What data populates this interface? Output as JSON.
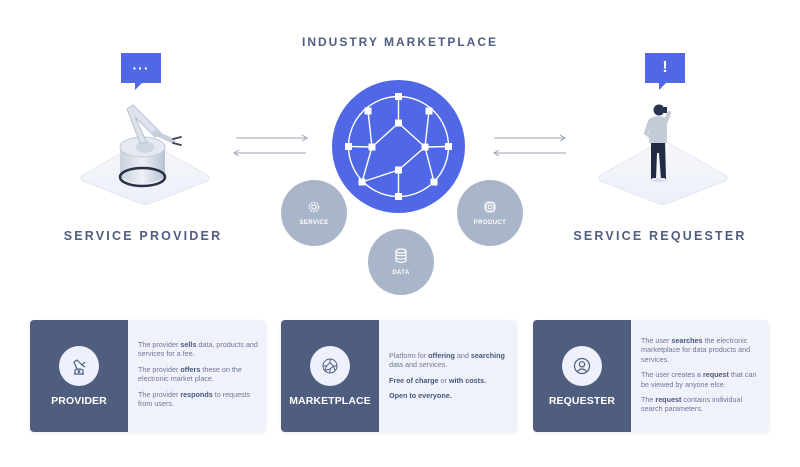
{
  "title": "INDUSTRY MARKETPLACE",
  "colors": {
    "accent": "#5068e6",
    "panel_dark": "#4f5e7f",
    "panel_light": "#eff2fb",
    "satellite": "#a9b5c8",
    "text": "#4f5d80"
  },
  "provider": {
    "label": "SERVICE PROVIDER",
    "bubble_icon": "ellipsis-icon",
    "bubble_text": "···",
    "illustration": "robot-arm"
  },
  "requester": {
    "label": "SERVICE REQUESTER",
    "bubble_icon": "exclamation-icon",
    "bubble_text": "!",
    "illustration": "person-on-phone"
  },
  "hub": {
    "icon": "network-globe-icon"
  },
  "satellites": [
    {
      "label": "SERVICE",
      "icon": "gear-icon"
    },
    {
      "label": "DATA",
      "icon": "database-icon"
    },
    {
      "label": "PRODUCT",
      "icon": "chip-icon"
    }
  ],
  "cards": [
    {
      "name": "PROVIDER",
      "icon": "robot-arm-icon",
      "paragraphs": [
        [
          {
            "t": "The provider "
          },
          {
            "t": "sells",
            "b": true
          },
          {
            "t": " data, products and services for a fee."
          }
        ],
        [
          {
            "t": "The provider "
          },
          {
            "t": "offers",
            "b": true
          },
          {
            "t": " these on the electronic market place."
          }
        ],
        [
          {
            "t": "The provider "
          },
          {
            "t": "responds",
            "b": true
          },
          {
            "t": " to requests from users."
          }
        ]
      ]
    },
    {
      "name": "MARKETPLACE",
      "icon": "network-globe-icon",
      "paragraphs": [
        [
          {
            "t": "Platform for "
          },
          {
            "t": "offering",
            "b": true
          },
          {
            "t": " and "
          },
          {
            "t": "searching",
            "b": true
          },
          {
            "t": " data and services."
          }
        ],
        [
          {
            "t": "Free of charge",
            "b": true
          },
          {
            "t": " or "
          },
          {
            "t": "with costs.",
            "b": true
          }
        ],
        [
          {
            "t": "Open to everyone.",
            "b": true
          }
        ]
      ]
    },
    {
      "name": "REQUESTER",
      "icon": "user-icon",
      "paragraphs": [
        [
          {
            "t": "The user "
          },
          {
            "t": "searches",
            "b": true
          },
          {
            "t": " the electronic marketplace for data products and services."
          }
        ],
        [
          {
            "t": "The user creates a "
          },
          {
            "t": "request",
            "b": true
          },
          {
            "t": " that can be viewed by anyone else."
          }
        ],
        [
          {
            "t": "The "
          },
          {
            "t": "request",
            "b": true
          },
          {
            "t": " contains individual search parameters."
          }
        ]
      ]
    }
  ]
}
